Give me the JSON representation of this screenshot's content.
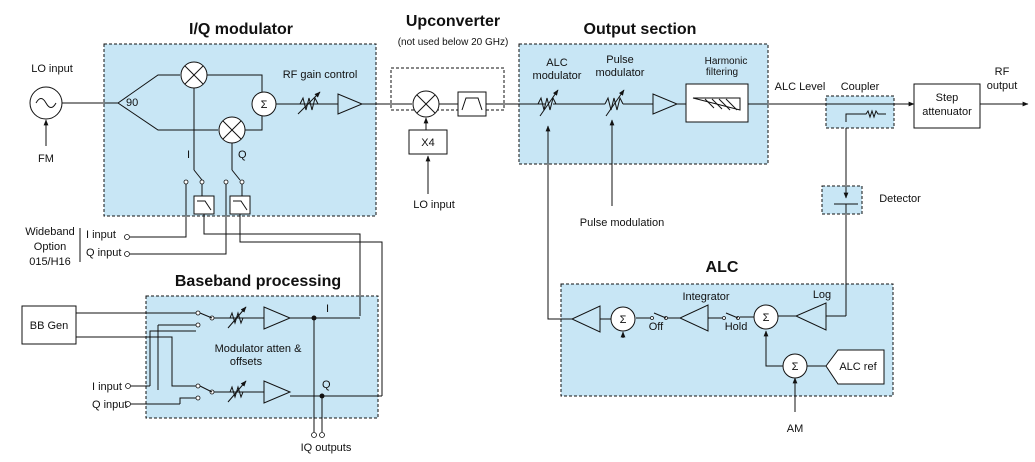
{
  "titles": {
    "iq_modulator": "I/Q modulator",
    "upconverter": "Upconverter",
    "upconverter_note": "(not used below 20 GHz)",
    "output_section": "Output section",
    "baseband_processing": "Baseband processing",
    "alc": "ALC"
  },
  "labels": {
    "lo_input_left": "LO input",
    "fm": "FM",
    "phase_90": "90",
    "rf_gain_control": "RF gain control",
    "i_label": "I",
    "q_label": "Q",
    "x4": "X4",
    "lo_input_bottom": "LO input",
    "alc_modulator_1": "ALC",
    "alc_modulator_2": "modulator",
    "pulse_modulator_1": "Pulse",
    "pulse_modulator_2": "modulator",
    "harmonic_1": "Harmonic",
    "harmonic_2": "filtering",
    "alc_level": "ALC Level",
    "coupler": "Coupler",
    "rf_output_1": "RF",
    "rf_output_2": "output",
    "step_attenuator_1": "Step",
    "step_attenuator_2": "attenuator",
    "detector": "Detector",
    "pulse_modulation": "Pulse modulation",
    "wideband_1": "Wideband",
    "wideband_2": "Option",
    "wideband_3": "015/H16",
    "wb_i_input": "I input",
    "wb_q_input": "Q input",
    "bb_gen": "BB Gen",
    "mod_atten_1": "Modulator atten &",
    "mod_atten_2": "offsets",
    "bb_i_out": "I",
    "bb_q_out": "Q",
    "bb_i_input": "I input",
    "bb_q_input": "Q input",
    "iq_outputs": "IQ outputs",
    "integrator": "Integrator",
    "log": "Log",
    "off": "Off",
    "hold": "Hold",
    "alc_ref": "ALC ref",
    "am": "AM",
    "sigma": "Σ"
  }
}
